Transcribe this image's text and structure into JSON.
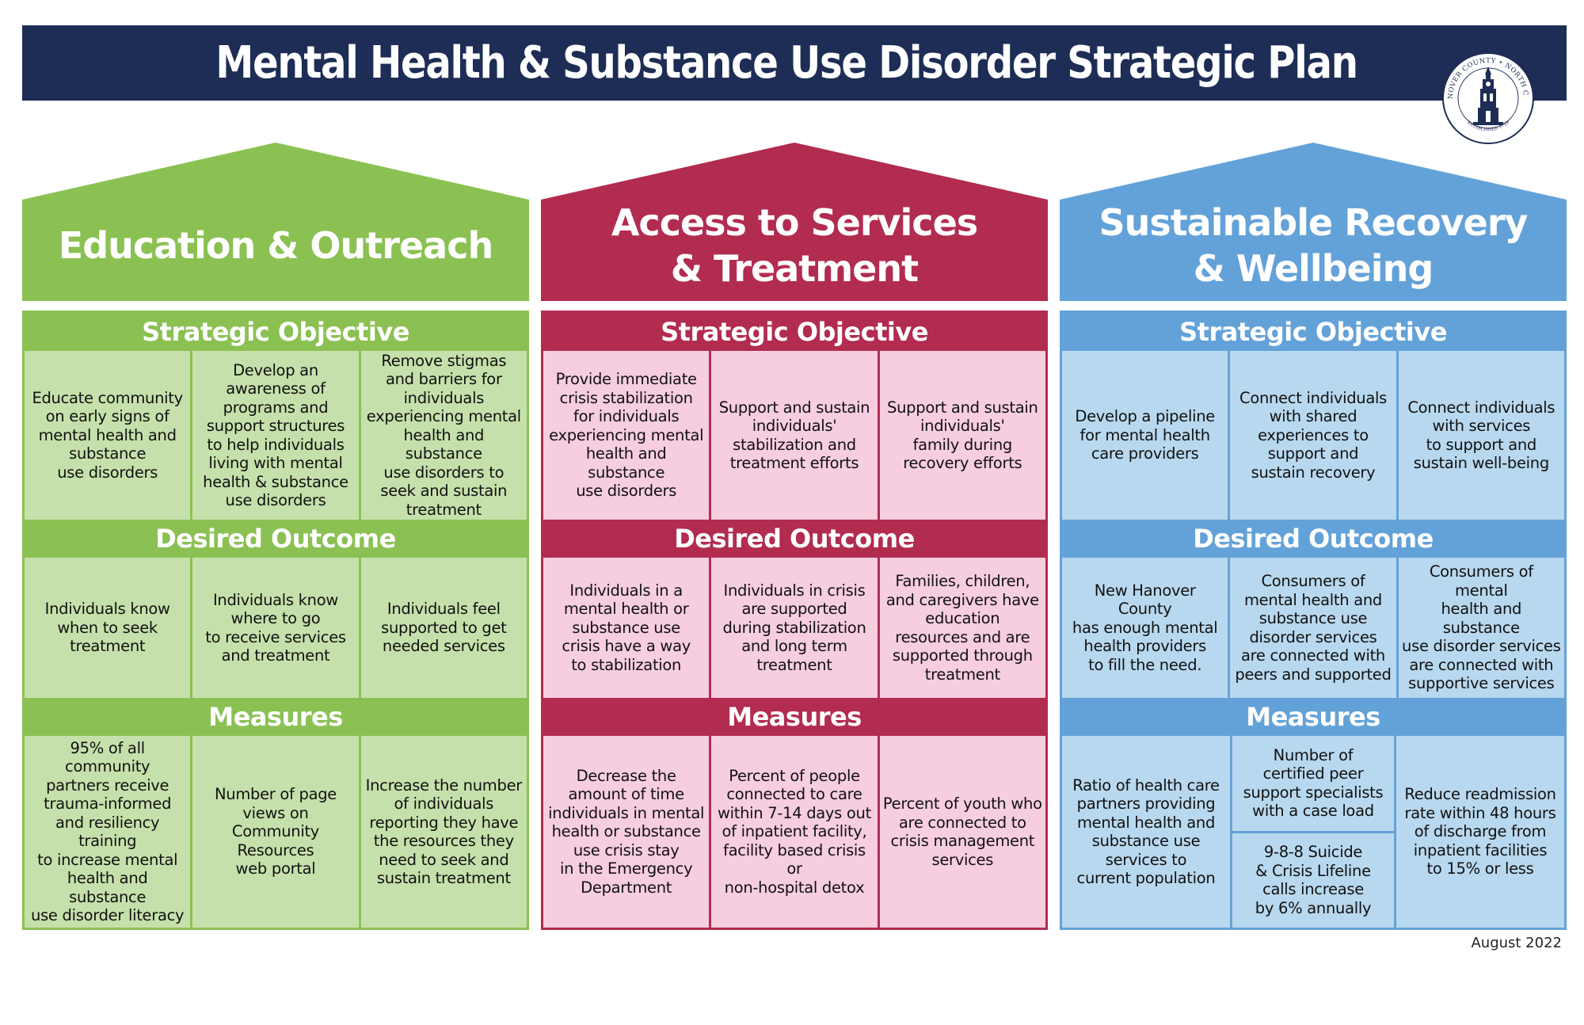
{
  "title": "Mental Health & Substance Use Disorder Strategic Plan",
  "seal": {
    "top_text": "NEW HANOVER COUNTY • NORTH CAROLINA",
    "bottom_text": "ESTABLISHED 1729"
  },
  "colors": {
    "navy": "#1d2d55",
    "green_dark": "#8bc153",
    "green_light": "#c6e0ab",
    "red_dark": "#b22c50",
    "red_light": "#f7cde0",
    "blue_dark": "#63a2d8",
    "blue_light": "#b8d8ef"
  },
  "section_labels": {
    "objective": "Strategic Objective",
    "outcome": "Desired Outcome",
    "measures": "Measures"
  },
  "pillars": [
    {
      "title": "Education & Outreach",
      "objectives": [
        "Educate community\non early signs of\nmental health and\nsubstance\nuse disorders",
        "Develop an\nawareness of\nprograms and\nsupport structures\nto help individuals\nliving with mental\nhealth & substance\nuse disorders",
        "Remove stigmas\nand barriers for\nindividuals\nexperiencing mental\nhealth and substance\nuse disorders to\nseek and sustain\ntreatment"
      ],
      "outcomes": [
        "Individuals know\nwhen to seek\ntreatment",
        "Individuals know\nwhere to go\nto receive services\nand treatment",
        "Individuals feel\nsupported to get\nneeded services"
      ],
      "measures": [
        "95% of all community\npartners receive\ntrauma-informed\nand resiliency training\nto  increase mental\nhealth and substance\nuse disorder literacy",
        "Number of page\nviews on\nCommunity\nResources\nweb portal",
        "Increase the number\nof individuals\nreporting they have\nthe resources they\nneed to seek and\nsustain treatment"
      ]
    },
    {
      "title": "Access to Services\n& Treatment",
      "objectives": [
        "Provide immediate\ncrisis stabilization\nfor individuals\nexperiencing mental\nhealth and substance\nuse disorders",
        "Support and sustain\nindividuals'\nstabilization and\ntreatment efforts",
        "Support and sustain\nindividuals'\nfamily during\nrecovery efforts"
      ],
      "outcomes": [
        "Individuals in a\nmental health or\nsubstance use\ncrisis have a way\nto stabilization",
        "Individuals in crisis\nare supported\nduring stabilization\nand long term\ntreatment",
        "Families, children,\nand caregivers have\neducation\nresources and are\nsupported through\ntreatment"
      ],
      "measures": [
        "Decrease the\namount of time\nindividuals in mental\nhealth or substance\nuse crisis stay\nin the Emergency\nDepartment",
        "Percent of people\nconnected to care\nwithin 7-14 days out\nof inpatient facility,\nfacility based crisis or\nnon-hospital detox",
        "Percent of youth who\nare connected to\ncrisis management\nservices"
      ]
    },
    {
      "title": "Sustainable Recovery\n& Wellbeing",
      "objectives": [
        "Develop a pipeline\nfor mental health\ncare providers",
        "Connect individuals\nwith shared\nexperiences to\nsupport and\nsustain recovery",
        "Connect individuals\nwith services\nto support and\nsustain well-being"
      ],
      "outcomes": [
        "New Hanover County\nhas enough mental\nhealth providers\nto fill the need.",
        "Consumers of\nmental health and\nsubstance use\ndisorder services\nare connected with\npeers and supported",
        "Consumers of mental\nhealth and substance\nuse disorder services\nare connected with\nsupportive services"
      ],
      "measures": [
        "Ratio of health care\npartners providing\nmental health and\nsubstance use\nservices to\ncurrent population",
        [
          "Number of\ncertified peer\nsupport specialists\nwith a case load",
          "9-8-8 Suicide\n& Crisis Lifeline\ncalls increase\nby 6% annually"
        ],
        "Reduce readmission\nrate within 48 hours\nof discharge from\ninpatient facilities\nto 15% or less"
      ]
    }
  ],
  "footer": "August 2022"
}
